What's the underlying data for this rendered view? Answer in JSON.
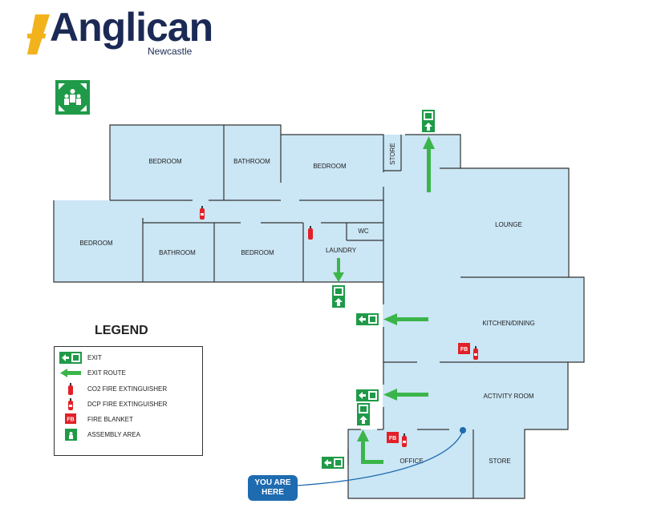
{
  "brand": {
    "name": "Anglican",
    "subtitle": "Newcastle",
    "colors": {
      "navy": "#1b2a55",
      "gold": "#f2b21b"
    }
  },
  "rooms": {
    "bedroom_top_left": "BEDROOM",
    "bathroom_top": "BATHROOM",
    "bedroom_top_right": "BEDROOM",
    "store_top": "STORE",
    "bedroom_left": "BEDROOM",
    "bathroom_mid": "BATHROOM",
    "bedroom_mid": "BEDROOM",
    "wc": "WC",
    "laundry": "LAUNDRY",
    "lounge": "LOUNGE",
    "kitchen": "KITCHEN/DINING",
    "activity": "ACTIVITY ROOM",
    "office": "OFFICE",
    "store_bottom": "STORE"
  },
  "legend": {
    "title": "LEGEND",
    "items": [
      {
        "label": "EXIT",
        "icon": "exit-sign-icon"
      },
      {
        "label": "EXIT ROUTE",
        "icon": "exit-route-arrow-icon"
      },
      {
        "label": "CO2 FIRE EXTINGUISHER",
        "icon": "co2-extinguisher-icon"
      },
      {
        "label": "DCP FIRE EXTINGUISHER",
        "icon": "dcp-extinguisher-icon"
      },
      {
        "label": "FIRE BLANKET",
        "icon": "fire-blanket-icon"
      },
      {
        "label": "ASSEMBLY AREA",
        "icon": "assembly-area-icon"
      }
    ]
  },
  "fire_blanket_code": "FB",
  "you_are_here": {
    "line1": "YOU ARE",
    "line2": "HERE"
  },
  "colors": {
    "room_fill": "#cbe6f5",
    "wall": "#333333",
    "exit_green": "#1f9a48",
    "route_green": "#3bb54a",
    "fire_red": "#e32027",
    "marker_blue": "#1e6bb0"
  }
}
